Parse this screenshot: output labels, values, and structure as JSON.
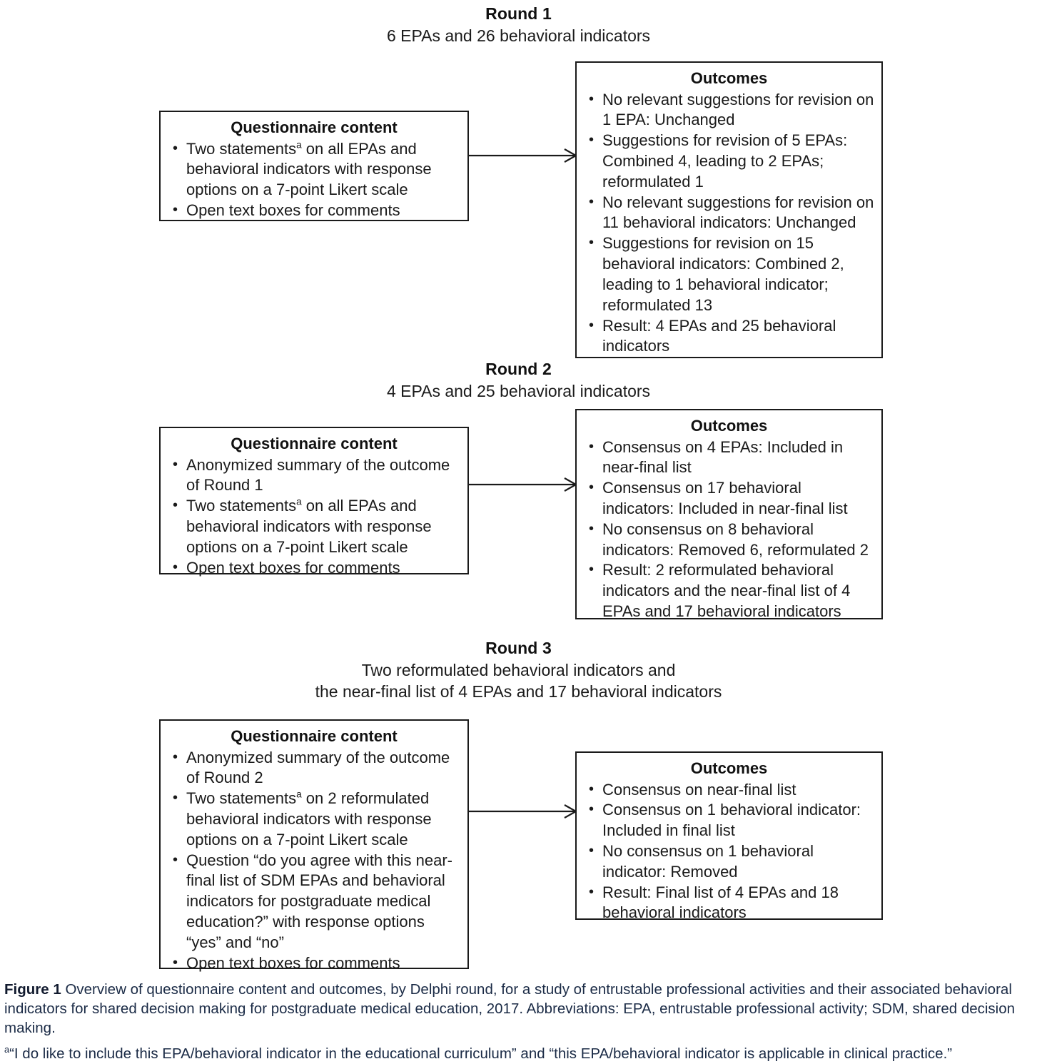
{
  "figure": {
    "rounds": [
      {
        "id": "round-1",
        "title": "Round 1",
        "subtitle_lines": [
          "6 EPAs and 26 behavioral indicators"
        ],
        "questionnaire": {
          "title": "Questionnaire content",
          "items": [
            "Two statements<sup>a</sup> on all EPAs and behavioral indicators with response options on a 7-point Likert scale",
            "Open text boxes for comments"
          ]
        },
        "outcomes": {
          "title": "Outcomes",
          "items": [
            "No relevant suggestions for revision on 1 EPA: Unchanged",
            "Suggestions for revision of 5 EPAs: Combined 4, leading to 2 EPAs; reformulated 1",
            "No relevant suggestions for revision on 11 behavioral indicators: Unchanged",
            "Suggestions for revision on 15 behavioral indicators: Combined 2, leading to 1 behavioral indicator; reformulated 13",
            "Result: 4 EPAs and 25 behavioral indicators"
          ]
        }
      },
      {
        "id": "round-2",
        "title": "Round 2",
        "subtitle_lines": [
          "4 EPAs and 25 behavioral indicators"
        ],
        "questionnaire": {
          "title": "Questionnaire content",
          "items": [
            "Anonymized summary of the outcome of Round 1",
            "Two statements<sup>a</sup> on all EPAs and behavioral indicators with response options on a 7-point Likert scale",
            "Open text boxes for comments"
          ]
        },
        "outcomes": {
          "title": "Outcomes",
          "items": [
            "Consensus on 4 EPAs: Included in near-final list",
            "Consensus on 17 behavioral indicators: Included in near-final list",
            "No consensus on 8 behavioral indicators: Removed 6, reformulated 2",
            "Result: 2 reformulated behavioral indicators and the near-final list of 4 EPAs and 17 behavioral indicators"
          ]
        }
      },
      {
        "id": "round-3",
        "title": "Round 3",
        "subtitle_lines": [
          "Two reformulated behavioral indicators and",
          "the near-final list of 4 EPAs and 17 behavioral indicators"
        ],
        "questionnaire": {
          "title": "Questionnaire content",
          "items": [
            "Anonymized summary of the outcome of Round 2",
            "Two statements<sup>a</sup> on 2 reformulated behavioral indicators with response options on a 7-point Likert scale",
            "Question “do you agree with this near-final list of SDM EPAs and behavioral indicators for postgraduate medical education?” with response options “yes” and “no”",
            "Open text boxes for comments"
          ]
        },
        "outcomes": {
          "title": "Outcomes",
          "items": [
            "Consensus on near-final list",
            "Consensus on 1 behavioral indicator: Included in final list",
            "No consensus on 1 behavioral indicator: Removed",
            "Result: Final list of 4 EPAs and 18 behavioral indicators"
          ]
        }
      }
    ],
    "caption": {
      "label": "Figure 1",
      "body": " Overview of questionnaire content and outcomes, by Delphi round, for a study of entrustable professional activities and their associated behavioral indicators for shared decision making for postgraduate medical education, 2017. Abbreviations: EPA, entrustable professional activity; SDM, shared decision making.",
      "footnote": "<sup>a</sup>“I do like to include this EPA/behavioral indicator in the educational curriculum” and “this EPA/behavioral indicator is applicable in clinical practice.”"
    },
    "colors": {
      "box_border": "#1a1a1a",
      "text": "#1a1a1a",
      "caption_text": "#1b2b46",
      "background": "#ffffff"
    }
  }
}
